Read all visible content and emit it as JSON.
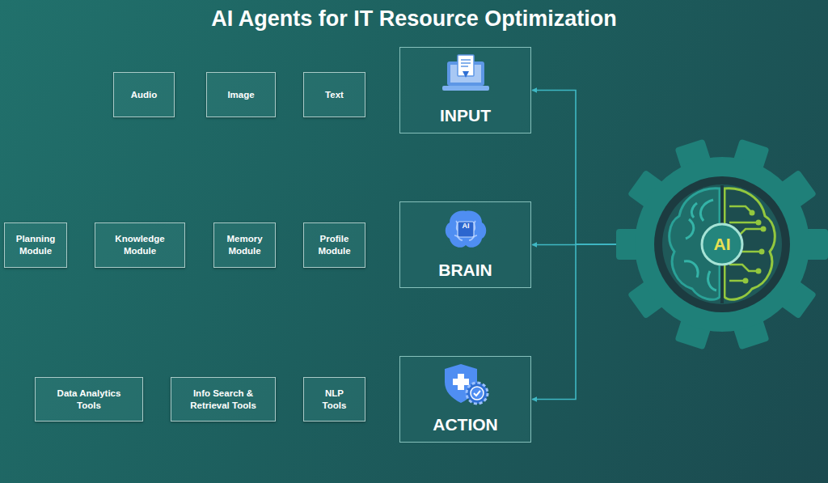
{
  "diagram": {
    "title": "AI Agents for IT Resource Optimization",
    "nodes": [
      {
        "text": [
          "Audio"
        ]
      },
      {
        "text": [
          "Image"
        ]
      },
      {
        "text": [
          "Text"
        ]
      },
      {
        "text": [
          "INPUT"
        ]
      },
      {
        "text": [
          "Planning Module"
        ]
      },
      {
        "text": [
          "Knowledge Module"
        ]
      },
      {
        "text": [
          "Memory Module"
        ]
      },
      {
        "text": [
          "Profile Module"
        ]
      },
      {
        "text": [
          "BRAIN"
        ]
      },
      {
        "text": [
          "Data Analytics Tools"
        ]
      },
      {
        "text": [
          "Info Search & Retrieval Tools"
        ]
      },
      {
        "text": [
          "NLP Tools"
        ]
      },
      {
        "text": [
          "ACTION"
        ]
      },
      {
        "text": [
          "AI"
        ]
      }
    ],
    "edges": [
      {
        "from": 13,
        "to": 3,
        "arrow": "to"
      },
      {
        "from": 13,
        "to": 8,
        "arrow": "to"
      },
      {
        "from": 13,
        "to": 12,
        "arrow": "to"
      }
    ],
    "labels": [
      "AI"
    ]
  }
}
